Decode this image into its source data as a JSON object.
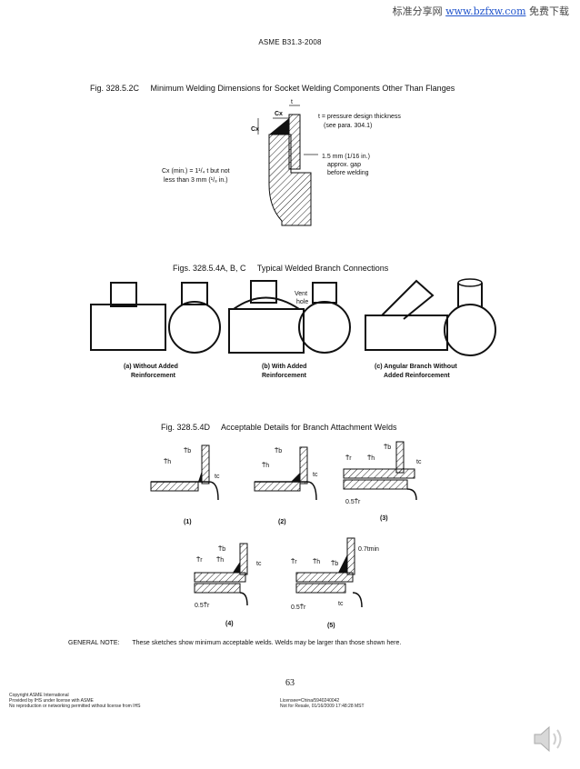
{
  "watermark": {
    "prefix": "标准分享网",
    "url": "www.bzfxw.com",
    "suffix": "免费下载"
  },
  "header": "ASME B31.3-2008",
  "fig1": {
    "number": "Fig. 328.5.2C",
    "title": "Minimum Welding Dimensions for Socket Welding Components Other Than Flanges",
    "labels": {
      "t": "t",
      "cx_top": "Cx",
      "cx_side": "Cx",
      "t_def1": "t = pressure design thickness",
      "t_def2": "(see para. 304.1)",
      "gap1": "1.5 mm (1/16 in.)",
      "gap2": "approx. gap",
      "gap3": "before welding",
      "cx_min1": "Cx (min.) = 1¹/₄ t but not",
      "cx_min2": "less than  3 mm (¹/₈ in.)"
    }
  },
  "fig2": {
    "number": "Figs. 328.5.4A, B, C",
    "title": "Typical Welded Branch Connections",
    "vent": [
      "Vent",
      "hole"
    ],
    "captions": [
      [
        "(a) Without Added",
        "Reinforcement"
      ],
      [
        "(b) With Added",
        "Reinforcement"
      ],
      [
        "(c) Angular Branch Without",
        "Added Reinforcement"
      ]
    ]
  },
  "fig3": {
    "number": "Fig. 328.5.4D",
    "title": "Acceptable Details for Branch Attachment Welds",
    "sketch_numbers": [
      "(1)",
      "(2)",
      "(3)",
      "(4)",
      "(5)"
    ],
    "symbols": {
      "tb": "T̄b",
      "th": "T̄h",
      "tc": "tc",
      "tr": "T̄r",
      "half_tr": "0.5T̄r",
      "tmin": "0.7tmin"
    }
  },
  "general_note": {
    "label": "GENERAL NOTE:",
    "text": "These sketches show minimum acceptable welds. Welds may be larger than those shown here."
  },
  "page_number": "63",
  "footer_left": [
    "Copyright ASME International",
    "Provided by IHS under license with ASME",
    "No reproduction or networking permitted without license from IHS"
  ],
  "footer_right": [
    "Licensee=China/5940240042",
    "Not for Resale, 01/16/2009 17:48:28 MST"
  ]
}
